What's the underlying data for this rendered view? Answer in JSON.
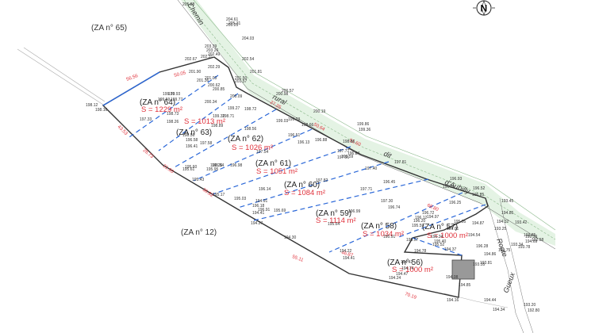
{
  "zones": {
    "za65": "(ZA n° 65)",
    "za12": "(ZA n° 12)"
  },
  "lots": [
    {
      "id": "64",
      "label": "(ZA n° 64)",
      "area": "S = 1229 m²"
    },
    {
      "id": "63",
      "label": "(ZA n° 63)",
      "area": "S = 1013 m²"
    },
    {
      "id": "62",
      "label": "(ZA n° 62)",
      "area": "S = 1026 m²"
    },
    {
      "id": "61",
      "label": "(ZA n° 61)",
      "area": "S = 1051 m²"
    },
    {
      "id": "60",
      "label": "(ZA n° 60)",
      "area": "S = 1084 m²"
    },
    {
      "id": "59",
      "label": "(ZA n° 59)",
      "area": "S = 1114 m²"
    },
    {
      "id": "58",
      "label": "(ZA n° 58)",
      "area": "S = 1034 m²"
    },
    {
      "id": "57",
      "label": "(ZA n° 57)",
      "area": "S = 1000 m²"
    },
    {
      "id": "56",
      "label": "(ZA n° 56)",
      "area": "S = 1000 m²"
    }
  ],
  "road": {
    "chemin_label": "Chemin",
    "rural_label": "rural",
    "dit_label": "dit",
    "name_label": "d'Aubilly",
    "route_label": "Route",
    "route2_label": "Gueux"
  },
  "compass": {
    "letter": "N"
  },
  "boundary_lengths": [
    "56.56",
    "50.05",
    "43.53",
    "26.73",
    "21.00",
    "36.82",
    "27.25",
    "50.64",
    "51.60",
    "55.11",
    "46.87",
    "70.19",
    "68.80"
  ],
  "altitudes": [
    "205.88",
    "204.61",
    "205.31",
    "205.25",
    "204.03",
    "203.39",
    "203.26",
    "202.49",
    "202.54",
    "202.67",
    "202.31",
    "201.90",
    "201.36",
    "202.29",
    "201.03",
    "201.50",
    "201.57",
    "201.81",
    "200.62",
    "200.57",
    "199.93",
    "200.98",
    "199.59",
    "198.16",
    "198.12",
    "199.73",
    "200.19",
    "199.77",
    "200.34",
    "200.09",
    "200.85",
    "198.73",
    "199.32",
    "198.71",
    "199.27",
    "197.33",
    "198.26",
    "198.56",
    "199.03",
    "198.66",
    "198.89",
    "199.03",
    "198.72",
    "199.86",
    "199.36",
    "196.58",
    "196.41",
    "197.58",
    "198.56",
    "196.98",
    "197.54",
    "196.51",
    "198.86",
    "197.77",
    "195.95",
    "196.26",
    "196.13",
    "196.88",
    "195.60",
    "195.61",
    "195.54",
    "197.91",
    "195.59",
    "196.84",
    "197.81",
    "197.40",
    "195.43",
    "196.14",
    "195.17",
    "197.82",
    "196.45",
    "196.93",
    "195.03",
    "196.18",
    "196.91",
    "197.71",
    "196.51",
    "196.52",
    "196.85",
    "194.91",
    "196.99",
    "197.30",
    "196.12",
    "196.20",
    "196.74",
    "196.25",
    "195.69",
    "194.97",
    "195.34",
    "195.05",
    "194.27",
    "194.87",
    "195.64",
    "195.91",
    "195.57",
    "196.72",
    "194.41",
    "195.59",
    "196.01",
    "194.54",
    "193.45",
    "194.85",
    "194.30",
    "194.22",
    "195.40",
    "193.42",
    "192.39",
    "194.32",
    "195.52",
    "196.28",
    "193.85",
    "194.69",
    "194.37",
    "193.78",
    "192.58",
    "194.78",
    "194.41",
    "194.86",
    "193.75",
    "193.34",
    "194.42",
    "194.74",
    "193.81",
    "194.47",
    "193.25",
    "194.24",
    "194.08",
    "194.85",
    "194.16",
    "194.44",
    "194.34",
    "193.20",
    "192.80",
    "193.55"
  ]
}
